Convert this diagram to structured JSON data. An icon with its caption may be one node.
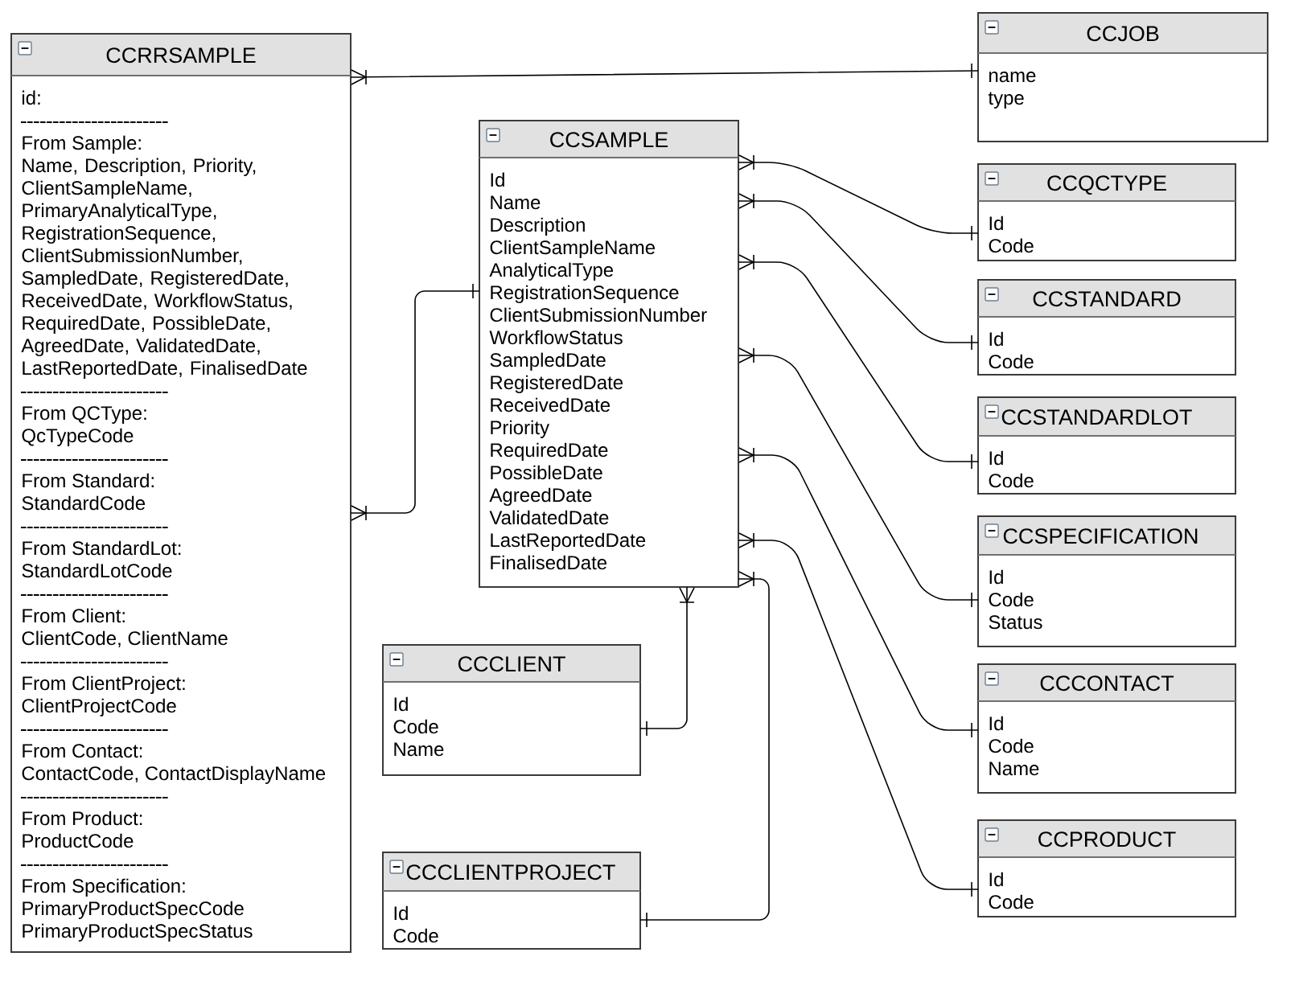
{
  "diagram": {
    "nodes": [
      {
        "text": [
          "CCRRSAMPLE",
          "id:",
          "From Sample:",
          "Name, Description, Priority, ClientSampleName, PrimaryAnalyticalType, RegistrationSequence, ClientSubmissionNumber, SampledDate, RegisteredDate, ReceivedDate, WorkflowStatus, RequiredDate, PossibleDate, AgreedDate, ValidatedDate, LastReportedDate, FinalisedDate",
          "From QCType:",
          "QcTypeCode",
          "From Standard:",
          "StandardCode",
          "From StandardLot:",
          "StandardLotCode",
          "From Client:",
          "ClientCode, ClientName",
          "From ClientProject:",
          "ClientProjectCode",
          "From Contact:",
          "ContactCode, ContactDisplayName",
          "From Product:",
          "ProductCode",
          "From Specification:",
          "PrimaryProductSpecCode PrimaryProductSpecStatus"
        ]
      },
      {
        "text": [
          "CCJOB",
          "name",
          "type"
        ]
      },
      {
        "text": [
          "CCSAMPLE",
          "Id",
          "Name",
          "Description",
          "ClientSampleName",
          "AnalyticalType",
          "RegistrationSequence",
          "ClientSubmissionNumber",
          "WorkflowStatus",
          "SampledDate",
          "RegisteredDate",
          "ReceivedDate",
          "Priority",
          "RequiredDate",
          "PossibleDate",
          "AgreedDate",
          "ValidatedDate",
          "LastReportedDate",
          "FinalisedDate"
        ]
      },
      {
        "text": [
          "CCQCTYPE",
          "Id",
          "Code"
        ]
      },
      {
        "text": [
          "CCSTANDARD",
          "Id",
          "Code"
        ]
      },
      {
        "text": [
          "CCSTANDARDLOT",
          "Id",
          "Code"
        ]
      },
      {
        "text": [
          "CCSPECIFICATION",
          "Id",
          "Code",
          "Status"
        ]
      },
      {
        "text": [
          "CCCLIENT",
          "Id",
          "Code",
          "Name"
        ]
      },
      {
        "text": [
          "CCCONTACT",
          "Id",
          "Code",
          "Name"
        ]
      },
      {
        "text": [
          "CCPRODUCT",
          "Id",
          "Code"
        ]
      },
      {
        "text": [
          "CCCLIENTPROJECT",
          "Id",
          "Code"
        ]
      }
    ],
    "edges": [
      {
        "from": 0,
        "to": 1,
        "arrow": "other"
      },
      {
        "from": 0,
        "to": 2,
        "arrow": "other"
      },
      {
        "from": 2,
        "to": 3,
        "arrow": "other"
      },
      {
        "from": 2,
        "to": 4,
        "arrow": "other"
      },
      {
        "from": 2,
        "to": 5,
        "arrow": "other"
      },
      {
        "from": 2,
        "to": 6,
        "arrow": "other"
      },
      {
        "from": 2,
        "to": 8,
        "arrow": "other"
      },
      {
        "from": 2,
        "to": 9,
        "arrow": "other"
      },
      {
        "from": 2,
        "to": 7,
        "arrow": "other"
      },
      {
        "from": 2,
        "to": 10,
        "arrow": "other"
      }
    ]
  }
}
